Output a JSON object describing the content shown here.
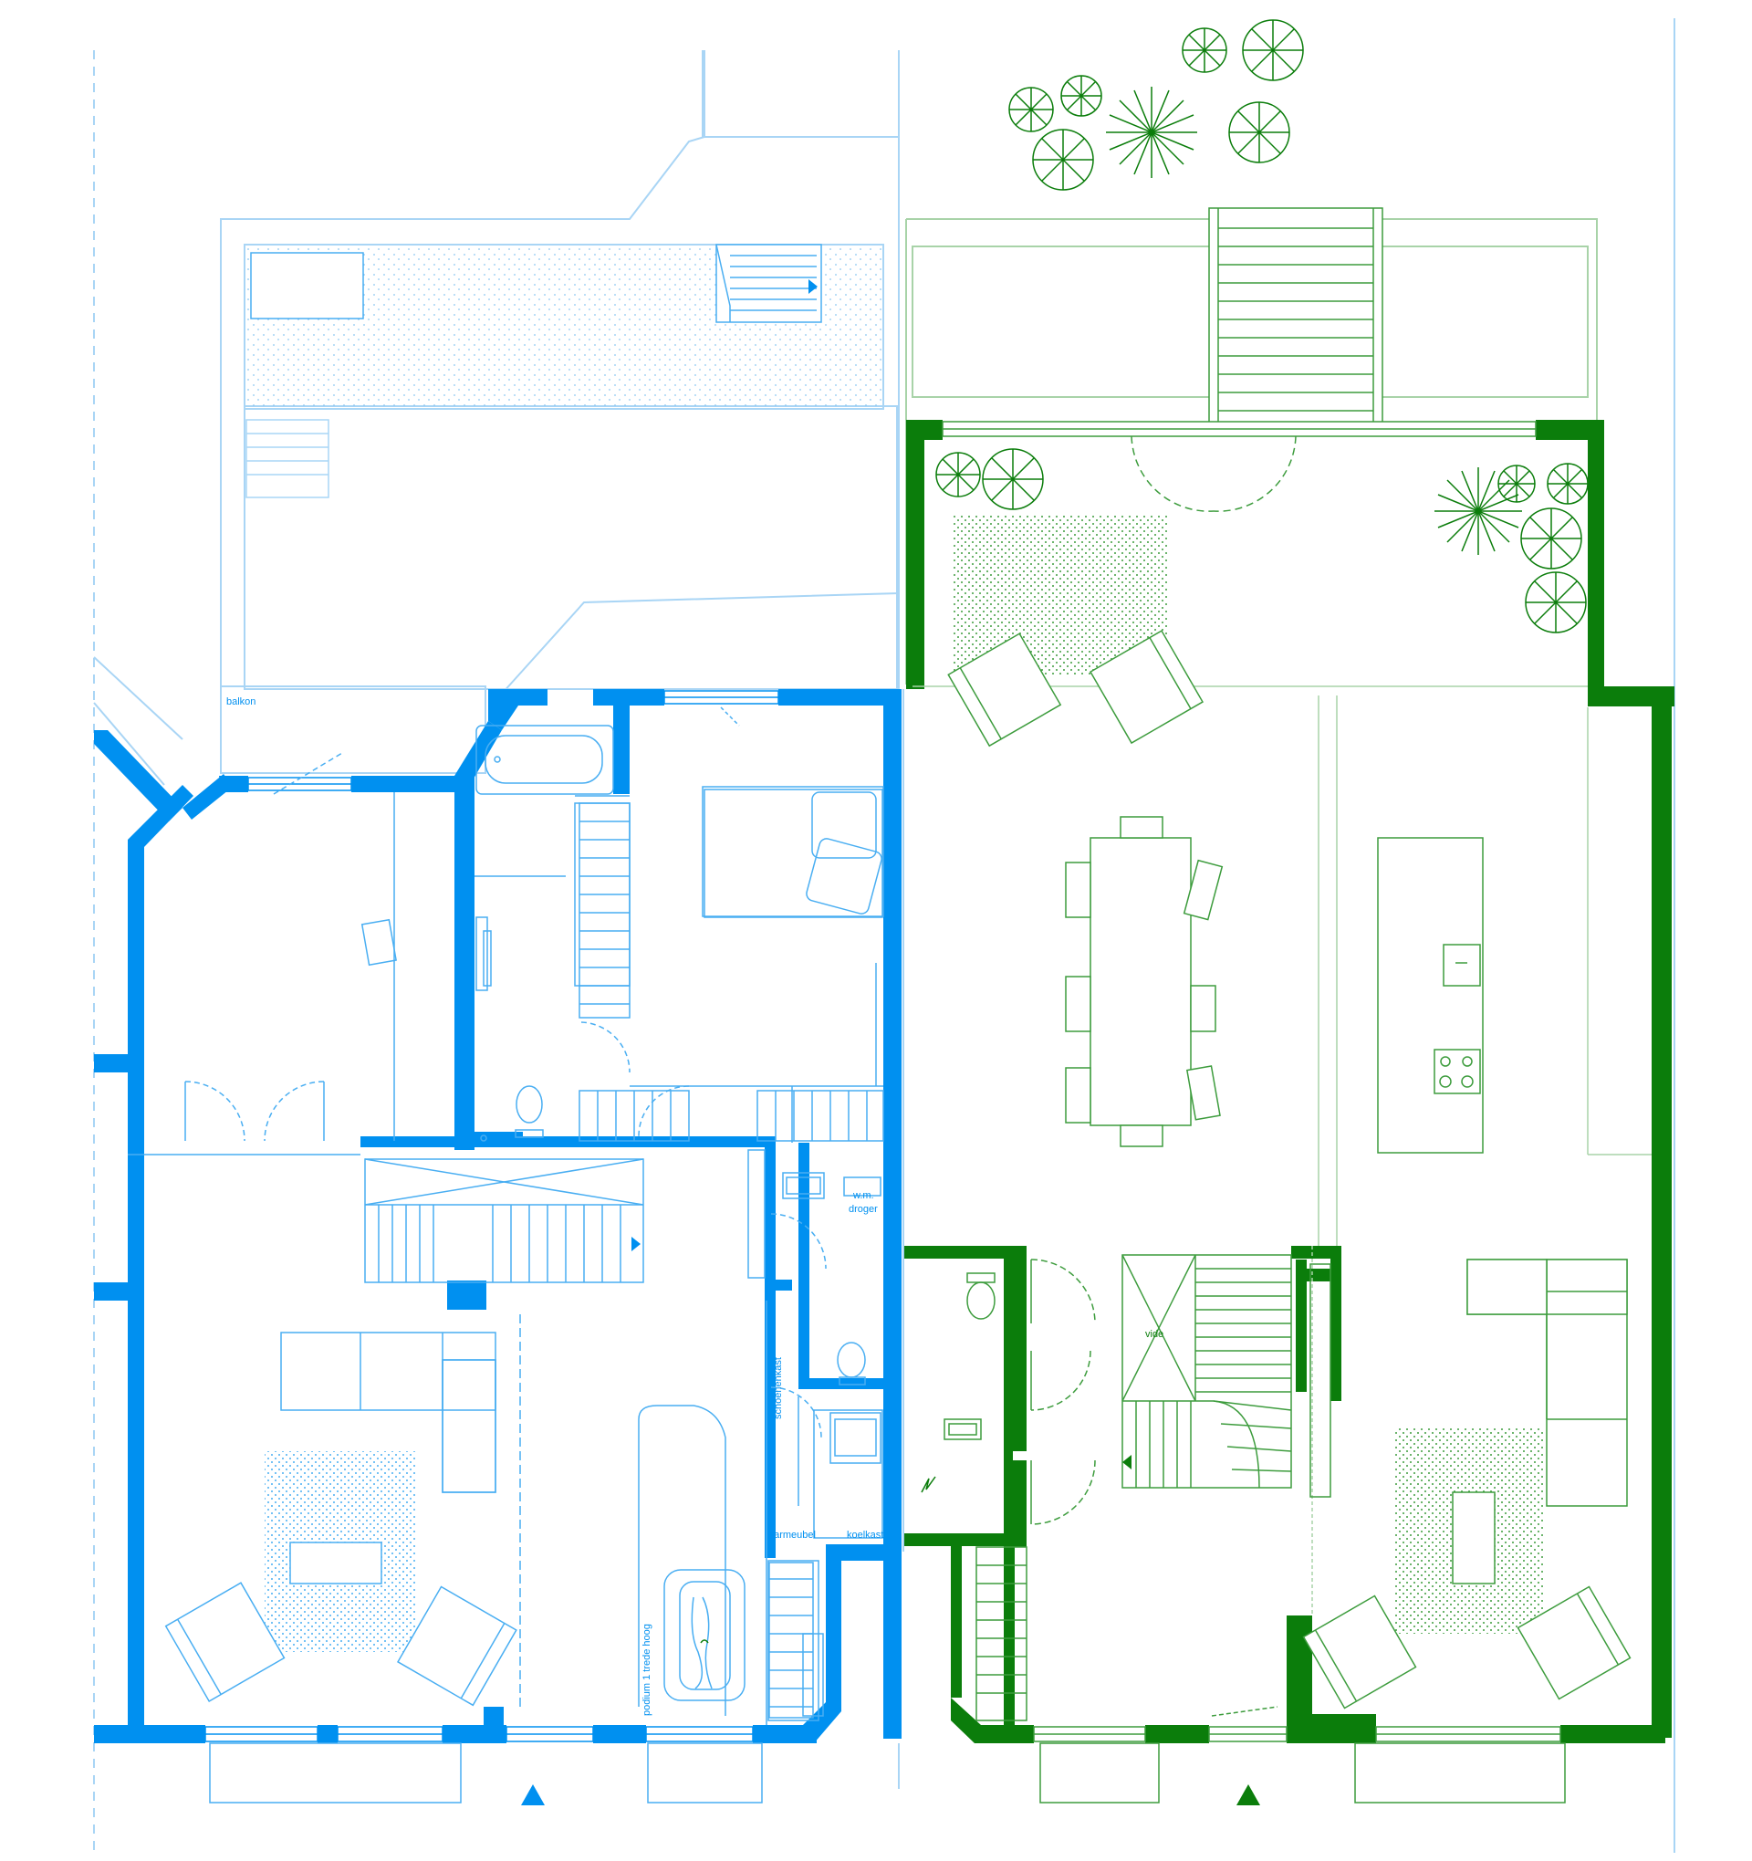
{
  "plan": {
    "colors": {
      "blue": "#0090f0",
      "blue_thin": "#49aef2",
      "blue_faint": "#a9d5f5",
      "green": "#0b7d0b",
      "green_thin": "#3d9c3d",
      "green_faint": "#a8d3a8"
    },
    "labels": {
      "balkon": "balkon",
      "wm": "w.m.",
      "droger": "droger",
      "schoenenkast": "schoenenkast",
      "barmeubel": "barmeubel",
      "koelkast": "koelkast",
      "podium": "podium 1 trede hoog",
      "vide": "vide"
    },
    "entrances": [
      {
        "unit": "left",
        "icon": "entrance-arrow-icon"
      },
      {
        "unit": "right",
        "icon": "entrance-arrow-icon"
      }
    ]
  }
}
